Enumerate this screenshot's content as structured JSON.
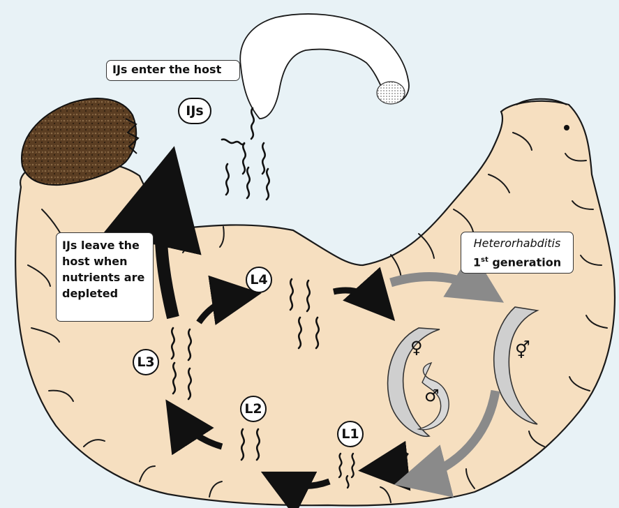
{
  "labels": {
    "enter_host": "IJs enter the host",
    "leave_host": "IJs leave the host when nutrients are depleted",
    "generation_name": "Heterorhabditis",
    "generation_number": "1",
    "generation_suffix": "st",
    "generation_word": " generation"
  },
  "stages": {
    "ijs": "IJs",
    "l1": "L1",
    "l2": "L2",
    "l3": "L3",
    "l4": "L4"
  },
  "symbols": {
    "female": "♀",
    "male": "♂",
    "hermaphrodite": "⚥"
  },
  "colors": {
    "background": "#e8f2f6",
    "host_body": "#f6dfc0",
    "host_outline": "#1a1a1a",
    "dead_host": "#5a3d22",
    "larva_white": "#ffffff",
    "arrow_black": "#111111",
    "arrow_grey": "#8a8a8a"
  }
}
